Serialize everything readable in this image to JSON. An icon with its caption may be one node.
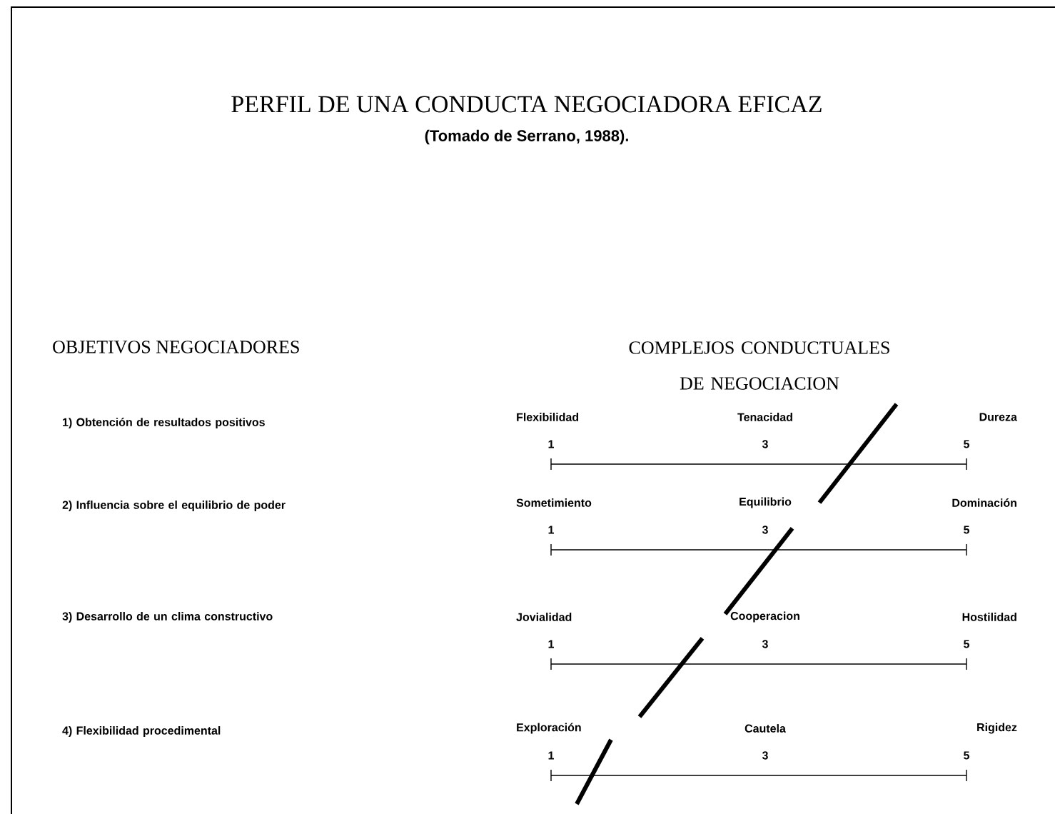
{
  "diagram": {
    "title": "PERFIL DE UNA CONDUCTA NEGOCIADORA EFICAZ",
    "caption": "(Tomado de Serrano, 1988).",
    "labels": [
      "OBJETIVOS NEGOCIADORES",
      "COMPLEJOS CONDUCTUALES DE NEGOCIACION",
      "1) Obtención de resultados positivos",
      "Flexibilidad",
      "Tenacidad",
      "Dureza",
      "1",
      "3",
      "5",
      "2) Influencia sobre el equilibrio de poder",
      "Sometimiento",
      "Equilibrio",
      "Dominación",
      "1",
      "3",
      "5",
      "3) Desarrollo de un clima constructivo",
      "Jovialidad",
      "Cooperacion",
      "Hostilidad",
      "1",
      "3",
      "5",
      "4) Flexibilidad procedimental",
      "Exploración",
      "Cautela",
      "Rigidez",
      "1",
      "3",
      "5"
    ]
  }
}
